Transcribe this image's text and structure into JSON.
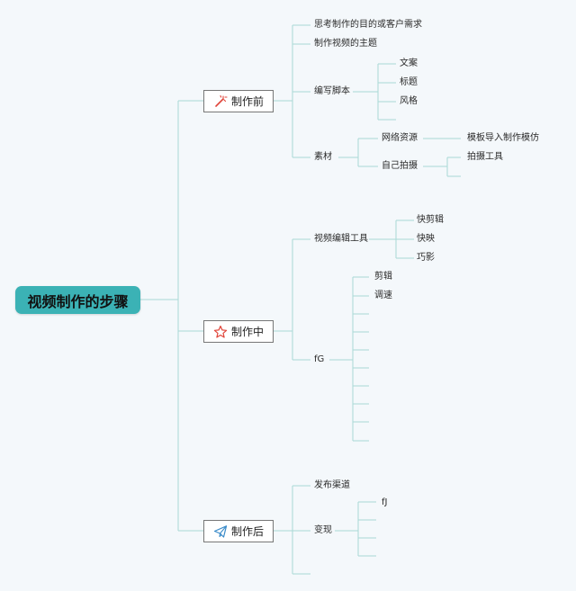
{
  "root": {
    "label": "视频制作的步骤"
  },
  "stages": {
    "before": {
      "label": "制作前",
      "icon": "magic-wand-icon",
      "items": {
        "purpose": "思考制作的目的或客户需求",
        "theme": "制作视频的主题",
        "script": {
          "label": "编写脚本",
          "children": [
            "文案",
            "标题",
            "风格"
          ]
        },
        "material": {
          "label": "素材",
          "online": {
            "label": "网络资源",
            "child": "模板导入制作模仿"
          },
          "self": {
            "label": "自己拍摄",
            "child": "拍摄工具"
          }
        }
      }
    },
    "during": {
      "label": "制作中",
      "icon": "star-icon",
      "items": {
        "tools": {
          "label": "视频编辑工具",
          "children": [
            "快剪辑",
            "快映",
            "巧影"
          ]
        },
        "fg": {
          "label": "fG",
          "children": [
            "剪辑",
            "调速"
          ]
        }
      }
    },
    "after": {
      "label": "制作后",
      "icon": "paper-plane-icon",
      "items": {
        "channel": "发布渠道",
        "monetize": {
          "label": "变现",
          "child": "fJ"
        }
      }
    }
  },
  "colors": {
    "background": "#f4f8fb",
    "root_fill": "#3bb2b5",
    "connector": "#a9d9d6",
    "icon_red": "#e0453a",
    "icon_blue": "#3a8bc9"
  }
}
